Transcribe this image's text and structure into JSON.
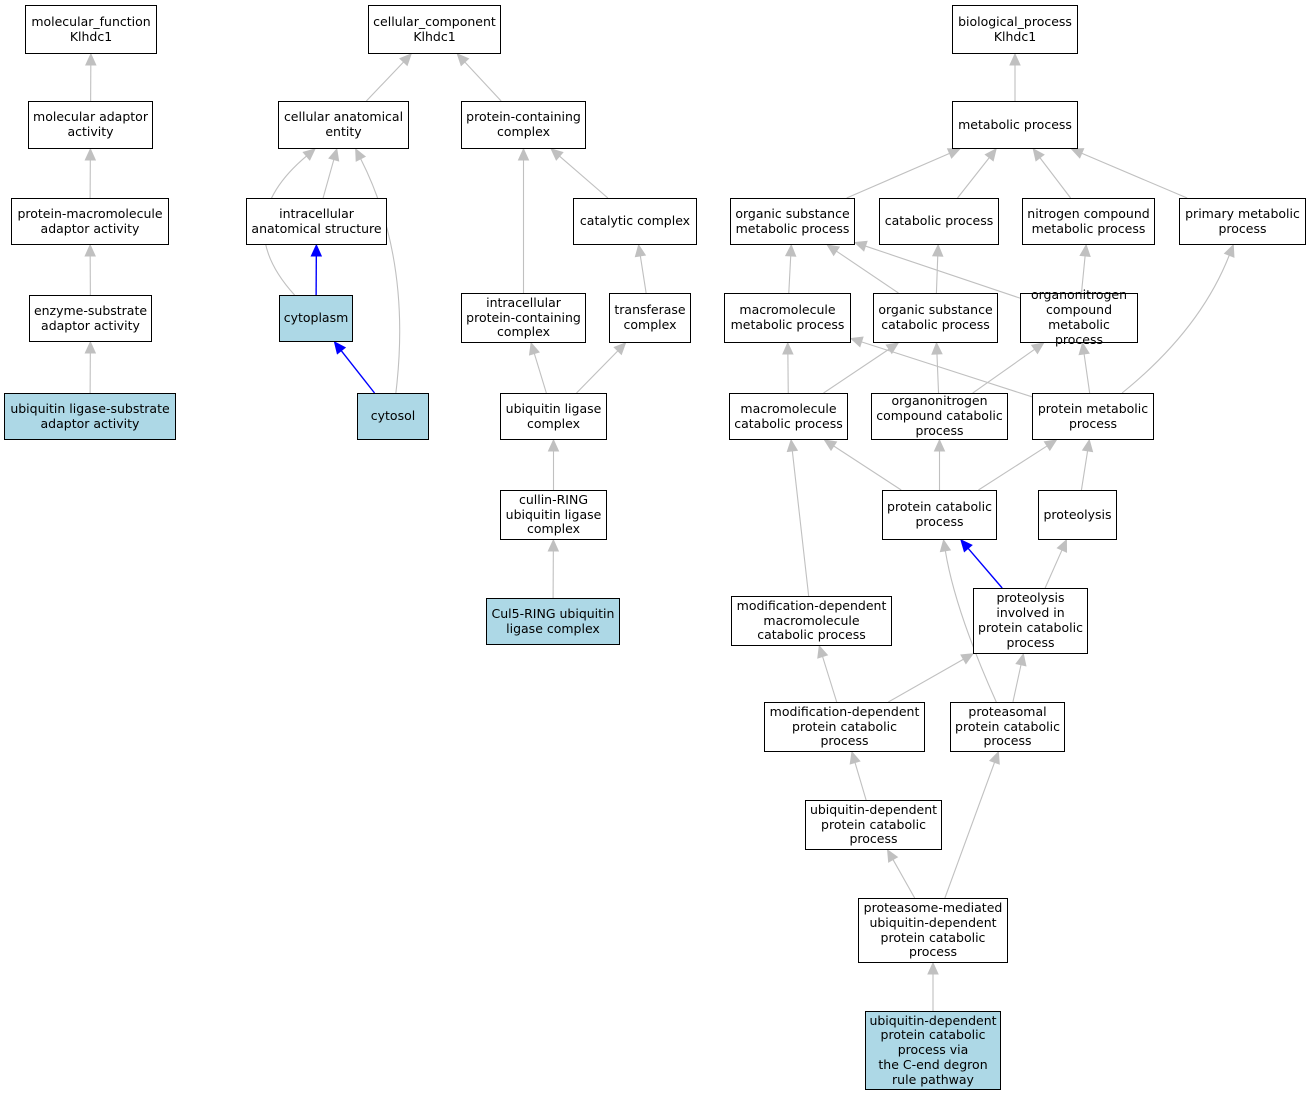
{
  "colors": {
    "highlight_fill": "#add8e6",
    "node_fill": "#ffffff",
    "edge_gray": "#c0c0c0",
    "edge_blue": "#0000ff",
    "node_border": "#000000"
  },
  "nodes": [
    {
      "id": "mf",
      "label": "molecular_function\nKlhdc1",
      "highlight": false
    },
    {
      "id": "mfa",
      "label": "molecular adaptor\nactivity",
      "highlight": false
    },
    {
      "id": "pmaa",
      "label": "protein-macromolecule\nadaptor activity",
      "highlight": false
    },
    {
      "id": "esaa",
      "label": "enzyme-substrate\nadaptor activity",
      "highlight": false
    },
    {
      "id": "ulsa",
      "label": "ubiquitin ligase-substrate\nadaptor activity",
      "highlight": true
    },
    {
      "id": "cc",
      "label": "cellular_component\nKlhdc1",
      "highlight": false
    },
    {
      "id": "cae",
      "label": "cellular anatomical\nentity",
      "highlight": false
    },
    {
      "id": "pcc",
      "label": "protein-containing\ncomplex",
      "highlight": false
    },
    {
      "id": "ias",
      "label": "intracellular\nanatomical structure",
      "highlight": false
    },
    {
      "id": "catc",
      "label": "catalytic complex",
      "highlight": false
    },
    {
      "id": "cyto",
      "label": "cytoplasm",
      "highlight": true
    },
    {
      "id": "ipcc",
      "label": "intracellular\nprotein-containing\ncomplex",
      "highlight": false
    },
    {
      "id": "trc",
      "label": "transferase\ncomplex",
      "highlight": false
    },
    {
      "id": "cytosol",
      "label": "cytosol",
      "highlight": true
    },
    {
      "id": "ulc",
      "label": "ubiquitin ligase\ncomplex",
      "highlight": false
    },
    {
      "id": "crulc",
      "label": "cullin-RING\nubiquitin ligase\ncomplex",
      "highlight": false
    },
    {
      "id": "cul5",
      "label": "Cul5-RING ubiquitin\nligase complex",
      "highlight": true
    },
    {
      "id": "bp",
      "label": "biological_process\nKlhdc1",
      "highlight": false
    },
    {
      "id": "mp",
      "label": "metabolic process",
      "highlight": false
    },
    {
      "id": "osmp",
      "label": "organic substance\nmetabolic process",
      "highlight": false
    },
    {
      "id": "cp",
      "label": "catabolic process",
      "highlight": false
    },
    {
      "id": "ncmp",
      "label": "nitrogen compound\nmetabolic process",
      "highlight": false
    },
    {
      "id": "pmp",
      "label": "primary metabolic\nprocess",
      "highlight": false
    },
    {
      "id": "mmp",
      "label": "macromolecule\nmetabolic process",
      "highlight": false
    },
    {
      "id": "oscp",
      "label": "organic substance\ncatabolic process",
      "highlight": false
    },
    {
      "id": "oncmp",
      "label": "organonitrogen\ncompound metabolic\nprocess",
      "highlight": false
    },
    {
      "id": "mcp",
      "label": "macromolecule\ncatabolic process",
      "highlight": false
    },
    {
      "id": "onccp",
      "label": "organonitrogen\ncompound catabolic\nprocess",
      "highlight": false
    },
    {
      "id": "prmp",
      "label": "protein metabolic\nprocess",
      "highlight": false
    },
    {
      "id": "pcp",
      "label": "protein catabolic\nprocess",
      "highlight": false
    },
    {
      "id": "prot",
      "label": "proteolysis",
      "highlight": false
    },
    {
      "id": "mdmcp",
      "label": "modification-dependent\nmacromolecule\ncatabolic process",
      "highlight": false
    },
    {
      "id": "pipcp",
      "label": "proteolysis\ninvolved in\nprotein catabolic\nprocess",
      "highlight": false
    },
    {
      "id": "mdpcp",
      "label": "modification-dependent\nprotein catabolic\nprocess",
      "highlight": false
    },
    {
      "id": "ppcp",
      "label": "proteasomal\nprotein catabolic\nprocess",
      "highlight": false
    },
    {
      "id": "udpcp",
      "label": "ubiquitin-dependent\nprotein catabolic\nprocess",
      "highlight": false
    },
    {
      "id": "pmudpcp",
      "label": "proteasome-mediated\nubiquitin-dependent\nprotein catabolic\nprocess",
      "highlight": false
    },
    {
      "id": "udcend",
      "label": "ubiquitin-dependent\nprotein catabolic\nprocess via\nthe C-end degron\nrule pathway",
      "highlight": true
    }
  ],
  "edges": [
    {
      "from": "mfa",
      "to": "mf",
      "color": "gray"
    },
    {
      "from": "pmaa",
      "to": "mfa",
      "color": "gray"
    },
    {
      "from": "esaa",
      "to": "pmaa",
      "color": "gray"
    },
    {
      "from": "ulsa",
      "to": "esaa",
      "color": "gray"
    },
    {
      "from": "cae",
      "to": "cc",
      "color": "gray"
    },
    {
      "from": "pcc",
      "to": "cc",
      "color": "gray"
    },
    {
      "from": "ias",
      "to": "cae",
      "color": "gray"
    },
    {
      "from": "cyto",
      "to": "cae",
      "color": "gray"
    },
    {
      "from": "cytosol",
      "to": "cae",
      "color": "gray"
    },
    {
      "from": "cyto",
      "to": "ias",
      "color": "blue"
    },
    {
      "from": "cytosol",
      "to": "cyto",
      "color": "blue"
    },
    {
      "from": "ipcc",
      "to": "pcc",
      "color": "gray"
    },
    {
      "from": "catc",
      "to": "pcc",
      "color": "gray"
    },
    {
      "from": "trc",
      "to": "catc",
      "color": "gray"
    },
    {
      "from": "ulc",
      "to": "ipcc",
      "color": "gray"
    },
    {
      "from": "ulc",
      "to": "trc",
      "color": "gray"
    },
    {
      "from": "crulc",
      "to": "ulc",
      "color": "gray"
    },
    {
      "from": "cul5",
      "to": "crulc",
      "color": "gray"
    },
    {
      "from": "mp",
      "to": "bp",
      "color": "gray"
    },
    {
      "from": "osmp",
      "to": "mp",
      "color": "gray"
    },
    {
      "from": "cp",
      "to": "mp",
      "color": "gray"
    },
    {
      "from": "ncmp",
      "to": "mp",
      "color": "gray"
    },
    {
      "from": "pmp",
      "to": "mp",
      "color": "gray"
    },
    {
      "from": "mmp",
      "to": "osmp",
      "color": "gray"
    },
    {
      "from": "oscp",
      "to": "osmp",
      "color": "gray"
    },
    {
      "from": "oncmp",
      "to": "osmp",
      "color": "gray"
    },
    {
      "from": "oscp",
      "to": "cp",
      "color": "gray"
    },
    {
      "from": "oncmp",
      "to": "ncmp",
      "color": "gray"
    },
    {
      "from": "prmp",
      "to": "pmp",
      "color": "gray"
    },
    {
      "from": "mcp",
      "to": "mmp",
      "color": "gray"
    },
    {
      "from": "prmp",
      "to": "mmp",
      "color": "gray"
    },
    {
      "from": "mcp",
      "to": "oscp",
      "color": "gray"
    },
    {
      "from": "onccp",
      "to": "oscp",
      "color": "gray"
    },
    {
      "from": "onccp",
      "to": "oncmp",
      "color": "gray"
    },
    {
      "from": "prmp",
      "to": "oncmp",
      "color": "gray"
    },
    {
      "from": "pcp",
      "to": "mcp",
      "color": "gray"
    },
    {
      "from": "pcp",
      "to": "onccp",
      "color": "gray"
    },
    {
      "from": "pcp",
      "to": "prmp",
      "color": "gray"
    },
    {
      "from": "prot",
      "to": "prmp",
      "color": "gray"
    },
    {
      "from": "mdmcp",
      "to": "mcp",
      "color": "gray"
    },
    {
      "from": "pipcp",
      "to": "pcp",
      "color": "blue"
    },
    {
      "from": "pipcp",
      "to": "prot",
      "color": "gray"
    },
    {
      "from": "mdpcp",
      "to": "mdmcp",
      "color": "gray"
    },
    {
      "from": "mdpcp",
      "to": "pipcp",
      "color": "gray"
    },
    {
      "from": "ppcp",
      "to": "pipcp",
      "color": "gray"
    },
    {
      "from": "ppcp",
      "to": "pcp",
      "color": "gray"
    },
    {
      "from": "udpcp",
      "to": "mdpcp",
      "color": "gray"
    },
    {
      "from": "pmudpcp",
      "to": "udpcp",
      "color": "gray"
    },
    {
      "from": "pmudpcp",
      "to": "ppcp",
      "color": "gray"
    },
    {
      "from": "udcend",
      "to": "pmudpcp",
      "color": "gray"
    }
  ]
}
